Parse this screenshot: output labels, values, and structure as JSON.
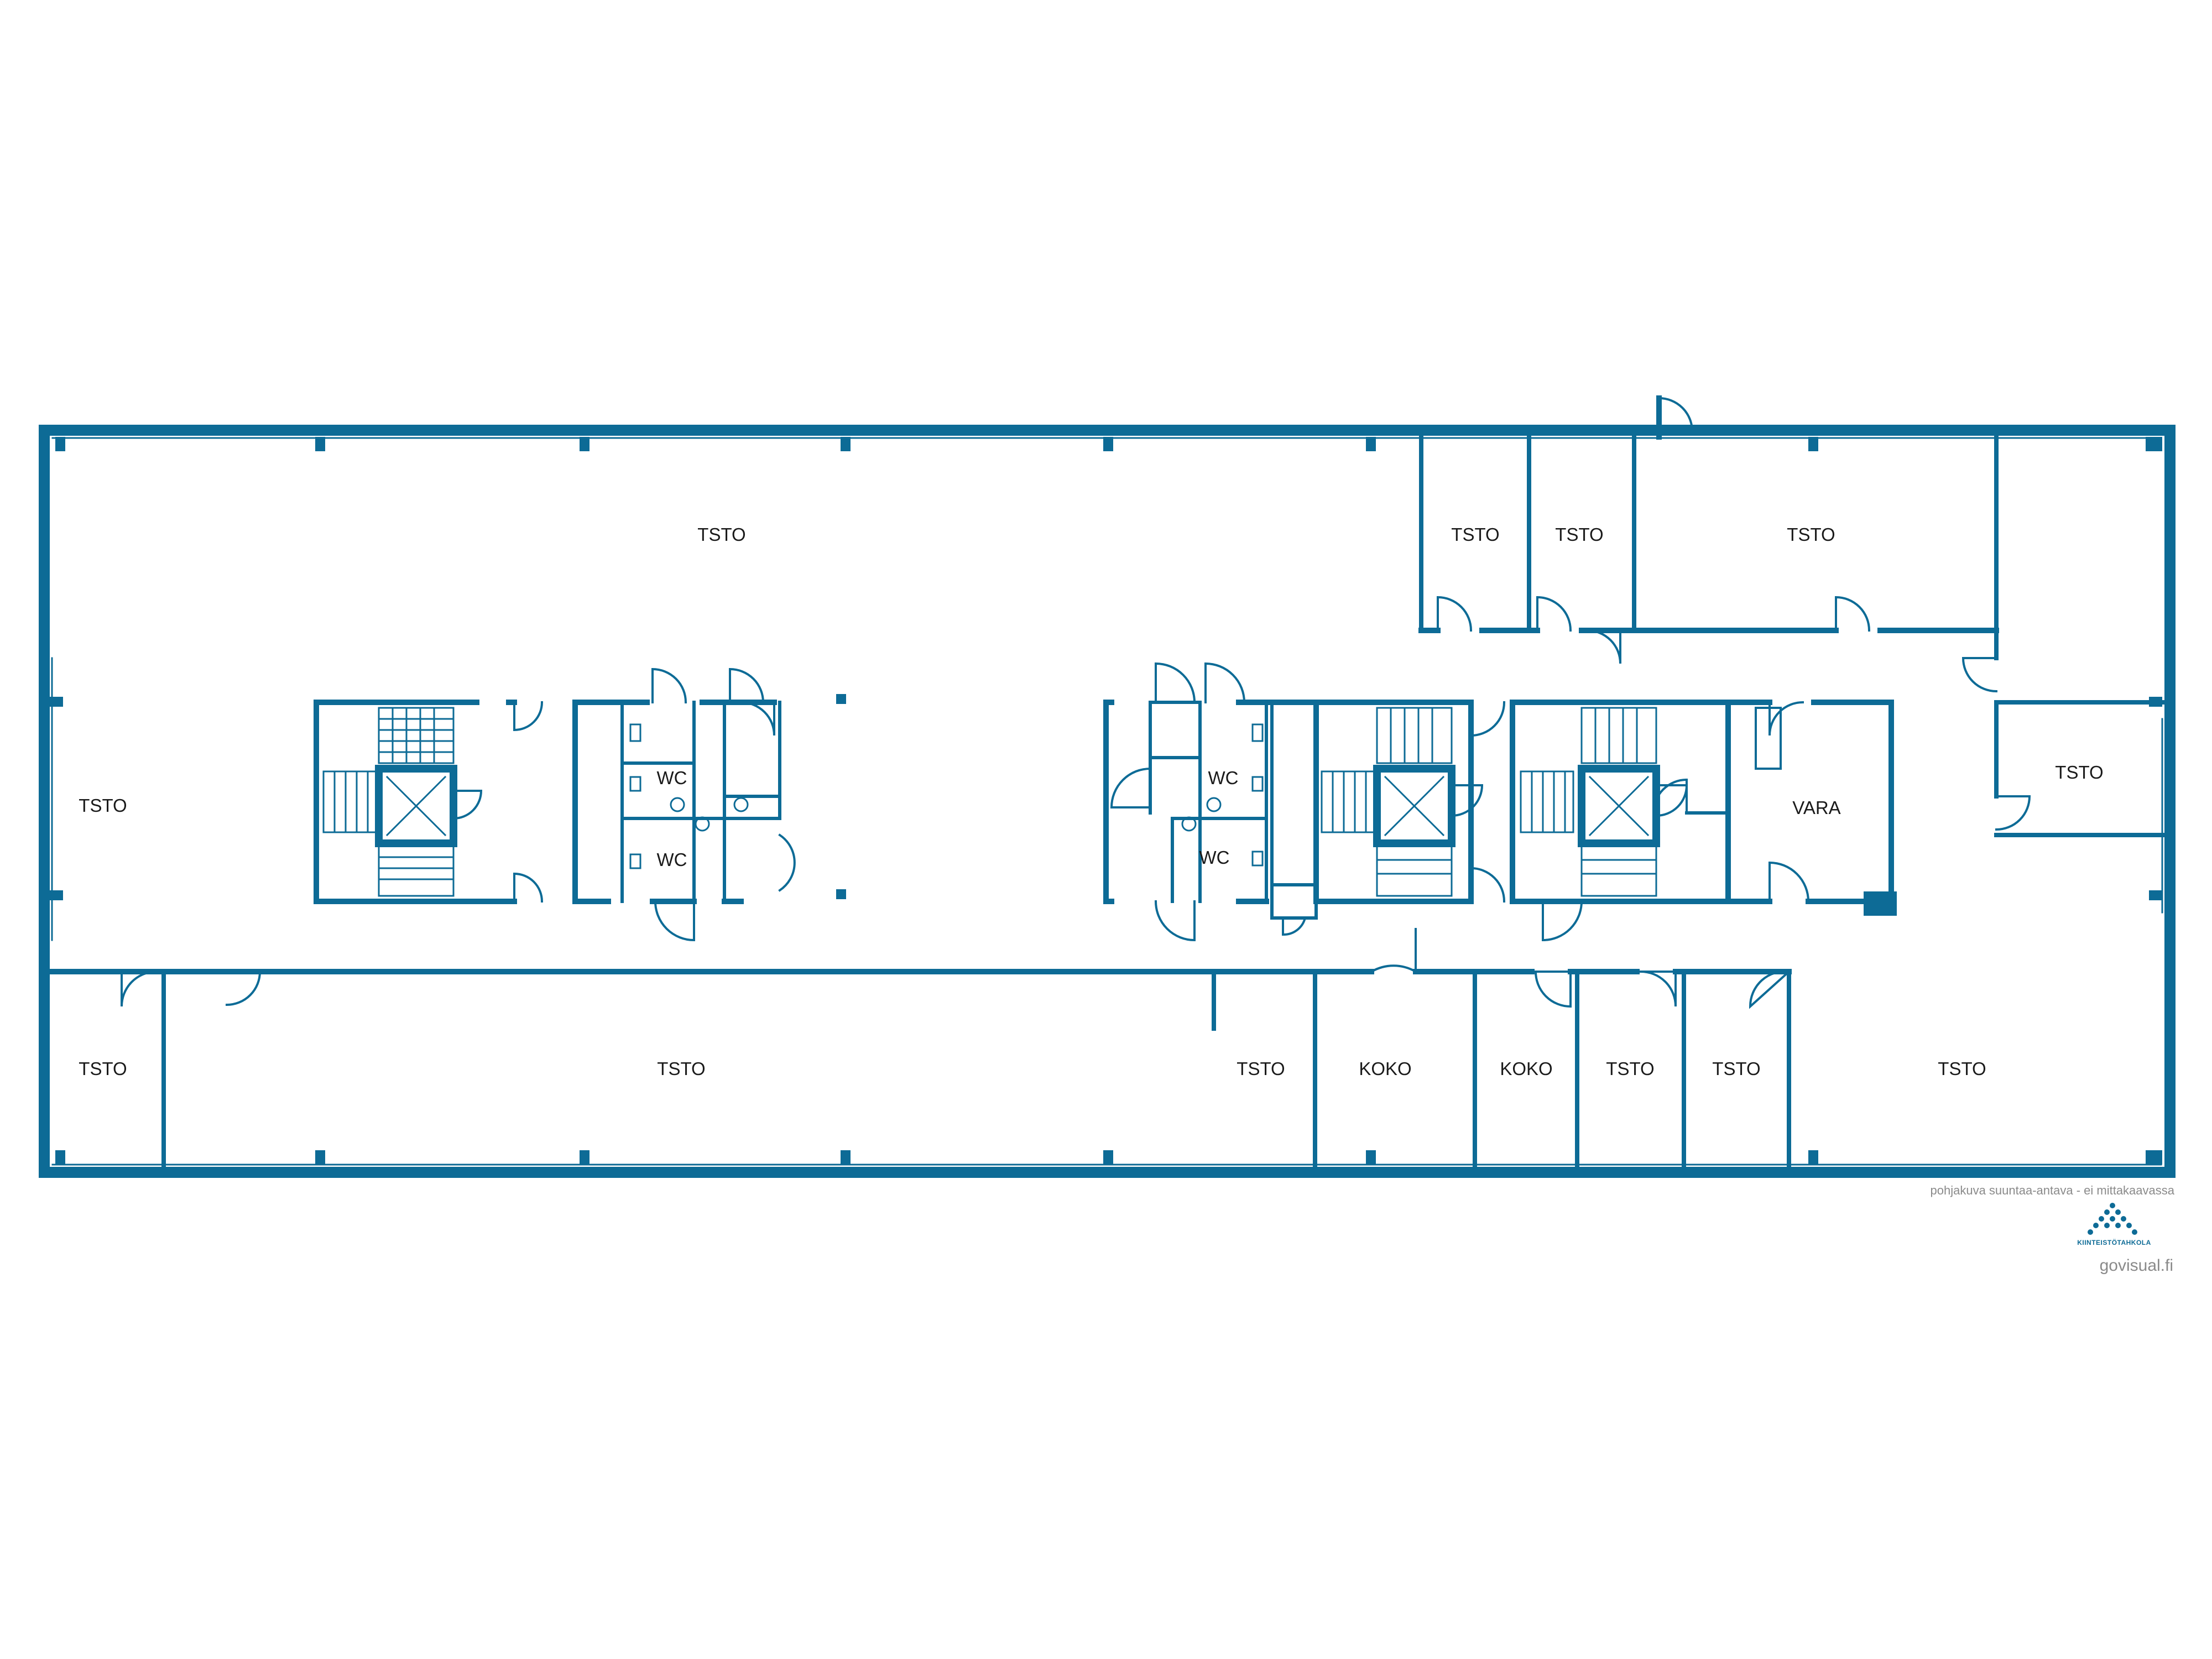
{
  "colors": {
    "wall": "#0d6b96",
    "window": "#0d6b96",
    "label": "#1a1a1a",
    "note": "#8a8a8a"
  },
  "rooms": {
    "tsto_main": "TSTO",
    "tsto_west": "TSTO",
    "tsto_sw": "TSTO",
    "tsto_south_long": "TSTO",
    "tsto_south_mid": "TSTO",
    "koko_1": "KOKO",
    "koko_2": "KOKO",
    "tsto_s1": "TSTO",
    "tsto_s2": "TSTO",
    "tsto_se": "TSTO",
    "tsto_n1": "TSTO",
    "tsto_n2": "TSTO",
    "tsto_n3": "TSTO",
    "tsto_east": "TSTO",
    "vara": "VARA",
    "wc_1": "WC",
    "wc_2": "WC",
    "wc_3": "WC",
    "wc_4": "WC"
  },
  "footer": {
    "disclaimer": "pohjakuva suuntaa-antava - ei mittakaavassa",
    "brand": "KIINTEISTÖTAHKOLA",
    "website": "govisual.fi"
  }
}
